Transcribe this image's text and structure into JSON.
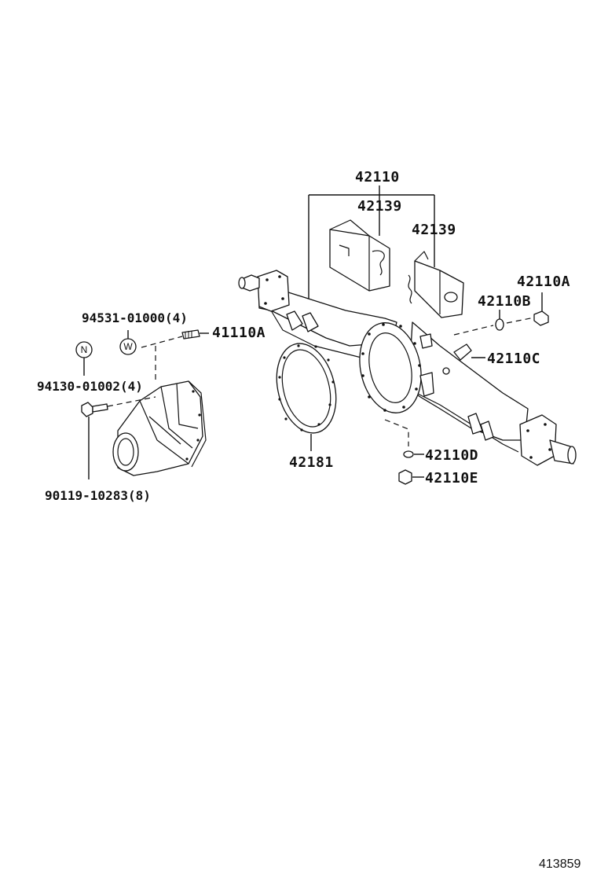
{
  "diagram": {
    "labels": {
      "p42110": "42110",
      "p42139_left": "42139",
      "p42139_right": "42139",
      "p42110A": "42110A",
      "p42110B": "42110B",
      "p42110C": "42110C",
      "p42110D": "42110D",
      "p42110E": "42110E",
      "p42181": "42181",
      "p41110A": "41110A",
      "p94531": "94531-01000(4)",
      "p94130": "94130-01002(4)",
      "p90119": "90119-10283(8)",
      "symbol_n": "N",
      "symbol_w": "W"
    },
    "reference_number": "413859",
    "colors": {
      "line": "#111111",
      "background": "#ffffff"
    }
  }
}
